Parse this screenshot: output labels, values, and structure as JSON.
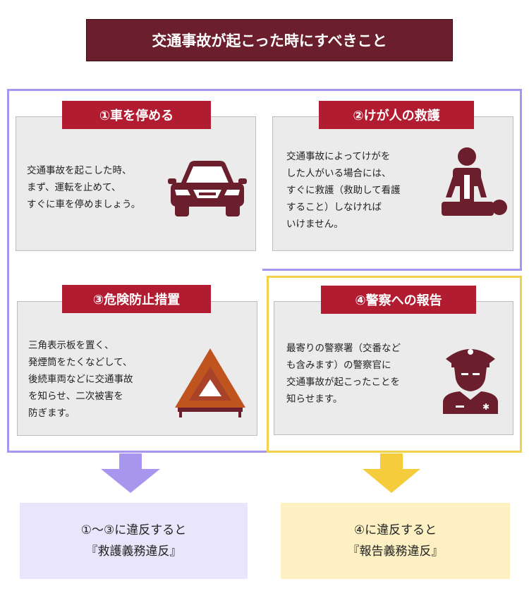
{
  "title": "交通事故が起こった時にすべきこと",
  "steps": [
    {
      "header": "①車を停める",
      "text": "交通事故を起こした時、\nまず、運転を止めて、\nすぐに車を停めましょう。",
      "icon": "car-icon"
    },
    {
      "header": "②けが人の救護",
      "text": "交通事故によってけがを\nした人がいる場合には、\nすぐに救護（救助して看護\nすること）しなければ\nいけません。",
      "icon": "cpr-icon"
    },
    {
      "header": "③危険防止措置",
      "text": "三角表示板を置く、\n発煙筒をたくなどして、\n後続車両などに交通事故\nを知らせ、二次被害を\n防ぎます。",
      "icon": "warning-triangle-icon"
    },
    {
      "header": "④警察への報告",
      "text": "最寄りの警察署（交番など\nも含みます）の警察官に\n交通事故が起こったことを\n知らせます。",
      "icon": "police-officer-icon"
    }
  ],
  "results": [
    {
      "line1": "①〜③に違反すると",
      "line2": "『救護義務違反』"
    },
    {
      "line1": "④に違反すると",
      "line2": "『報告義務違反』"
    }
  ],
  "colors": {
    "title_bg": "#6b1f2c",
    "header_bg": "#b21c31",
    "icon": "#6b1f2c",
    "purple_outline": "#a896ee",
    "yellow_outline": "#f2d24a",
    "purple_arrow": "#a896ee",
    "yellow_arrow": "#f5cc3c",
    "purple_result_bg": "#e9e6fb",
    "yellow_result_bg": "#fdf1c4"
  }
}
